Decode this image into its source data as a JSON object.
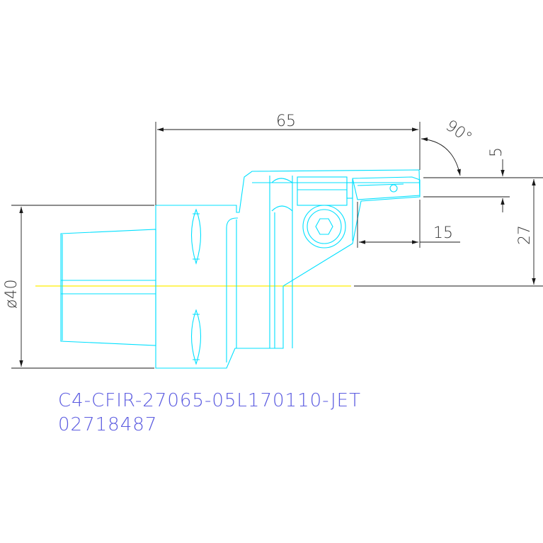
{
  "drawing": {
    "part_code": "C4-CFIR-27065-05L170110-JET",
    "article_number": "02718487",
    "dimensions": {
      "length": "65",
      "angle": "90°",
      "offset_top": "5",
      "width": "15",
      "height": "27",
      "diameter": "ø40"
    },
    "colors": {
      "part_outline": "#00e0ff",
      "dimension_lines": "#1a1a1a",
      "center_line": "#ffee00",
      "caption_text": "#5a5ae0"
    }
  }
}
